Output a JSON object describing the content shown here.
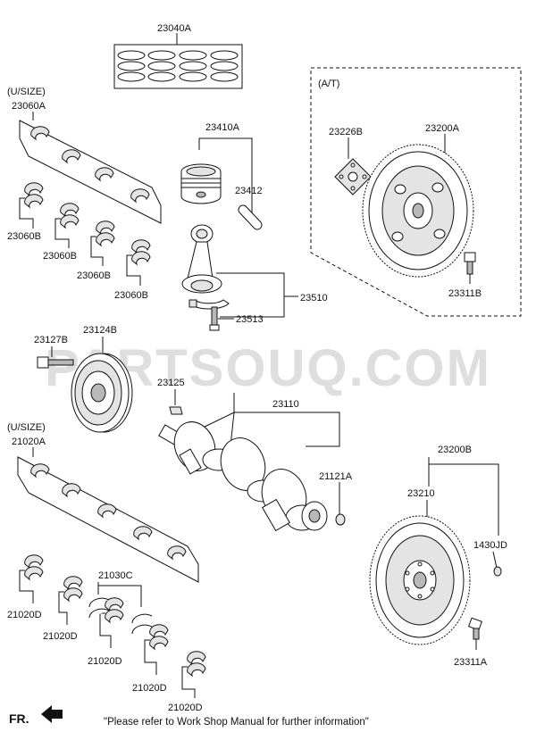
{
  "watermark": "PARTSOUQ.COM",
  "direction_label": "FR.",
  "footnote": "\"Please refer to Work Shop Manual for further information\"",
  "at_group_label": "(A/T)",
  "labels": {
    "p23040A": "23040A",
    "usize_top": "(U/SIZE)",
    "p23060A": "23060A",
    "p23060B_1": "23060B",
    "p23060B_2": "23060B",
    "p23060B_3": "23060B",
    "p23060B_4": "23060B",
    "p23410A": "23410A",
    "p23412": "23412",
    "p23510": "23510",
    "p23513": "23513",
    "p23226B": "23226B",
    "p23200A": "23200A",
    "p23311B": "23311B",
    "p23127B": "23127B",
    "p23124B": "23124B",
    "p23125": "23125",
    "p23110": "23110",
    "p21121A": "21121A",
    "usize_bottom": "(U/SIZE)",
    "p21020A": "21020A",
    "p21030C": "21030C",
    "p21020D_1": "21020D",
    "p21020D_2": "21020D",
    "p21020D_3": "21020D",
    "p21020D_4": "21020D",
    "p21020D_5": "21020D",
    "p23200B": "23200B",
    "p23210": "23210",
    "p1430JD": "1430JD",
    "p23311A": "23311A"
  },
  "icons": {
    "direction": "fr-arrow-icon"
  }
}
